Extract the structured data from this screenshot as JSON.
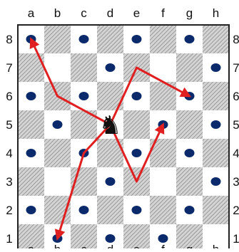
{
  "board": {
    "files": [
      "a",
      "b",
      "c",
      "d",
      "e",
      "f",
      "g",
      "h"
    ],
    "ranks": [
      "8",
      "7",
      "6",
      "5",
      "4",
      "3",
      "2",
      "1"
    ],
    "light_color": "#ffffff",
    "dark_color": "#d4d4d4",
    "hatch_color": "#8a8a8a",
    "border_color": "#222222"
  },
  "piece": {
    "name": "knight",
    "square": "d5",
    "glyph": "♞",
    "color": "#111111"
  },
  "dots": {
    "color": "#0b2a6b",
    "squares": [
      "a8",
      "c8",
      "e8",
      "g8",
      "d7",
      "h7",
      "a6",
      "c6",
      "e6",
      "g6",
      "b5",
      "f5",
      "h5",
      "a4",
      "c4",
      "e4",
      "g4",
      "d3",
      "h3",
      "a2",
      "c2",
      "e2",
      "g2",
      "b1",
      "d1",
      "f1"
    ]
  },
  "arrows": {
    "color": "#e02020",
    "paths": [
      [
        "d5",
        "b6",
        "a8"
      ],
      [
        "d5",
        "e7",
        "g6"
      ],
      [
        "d5",
        "e3",
        "f5"
      ],
      [
        "d5",
        "c4",
        "b1"
      ]
    ]
  }
}
